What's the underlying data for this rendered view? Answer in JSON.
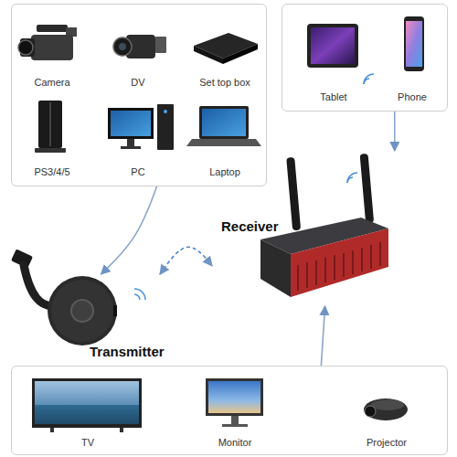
{
  "diagram": {
    "nodes": [
      {
        "text": [
          "Camera",
          "DV",
          "Set top box",
          "PS3/4/5",
          "PC",
          "Laptop"
        ]
      },
      {
        "text": [
          "Tablet",
          "Phone"
        ]
      },
      {
        "text": [
          "Transmitter"
        ]
      },
      {
        "text": [
          "Receiver"
        ]
      },
      {
        "text": [
          "TV",
          "Monitor",
          "Projector"
        ]
      }
    ],
    "edges": [
      {
        "from": 0,
        "to": 2,
        "arrow": "to"
      },
      {
        "from": 2,
        "to": 3,
        "arrow": "both"
      },
      {
        "from": 1,
        "to": 3,
        "arrow": "to"
      },
      {
        "from": 4,
        "to": 3,
        "arrow": "to"
      }
    ]
  }
}
